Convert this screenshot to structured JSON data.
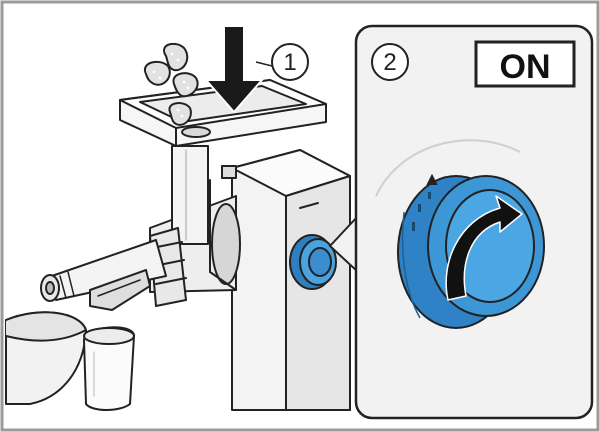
{
  "steps": [
    {
      "number": "1"
    },
    {
      "number": "2"
    }
  ],
  "power_label": "ON",
  "colors": {
    "knob_blue": "#3d97d6",
    "knob_blue_dark": "#2a6fa6",
    "outline": "#222222",
    "panel_bg": "#f2f2f2",
    "body_light": "#f7f7f7",
    "shade": "#d9d9d9"
  },
  "icons": {
    "feed_arrow": "down-arrow-icon",
    "rotate_arrow": "clockwise-arrow-icon"
  }
}
